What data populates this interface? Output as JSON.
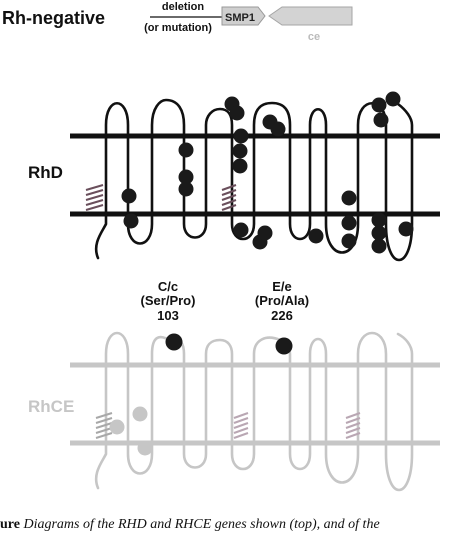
{
  "header": {
    "rh_negative_label": "Rh-negative",
    "deletion_label": "deletion",
    "mutation_label": "(or mutation)",
    "smp1_label": "SMP1",
    "ce_label": "ce"
  },
  "rhd": {
    "label": "RhD"
  },
  "rhce": {
    "label": "RhCE",
    "polymorphism_cc": {
      "name": "C/c",
      "change": "(Ser/Pro)",
      "position": "103"
    },
    "polymorphism_ee": {
      "name": "E/e",
      "change": "(Pro/Ala)",
      "position": "226"
    }
  },
  "caption": {
    "prefix": "ure",
    "text": "Diagrams of the RHD and RHCE genes shown (top), and of the"
  },
  "colors": {
    "rhd": "#1a1a1a",
    "rhce": "#c6c6c6",
    "gene_box": "#cfcfcf",
    "palmitoyl_rhd": "#6a4f5c",
    "palmitoyl_rhce": "#b9a7b3"
  }
}
